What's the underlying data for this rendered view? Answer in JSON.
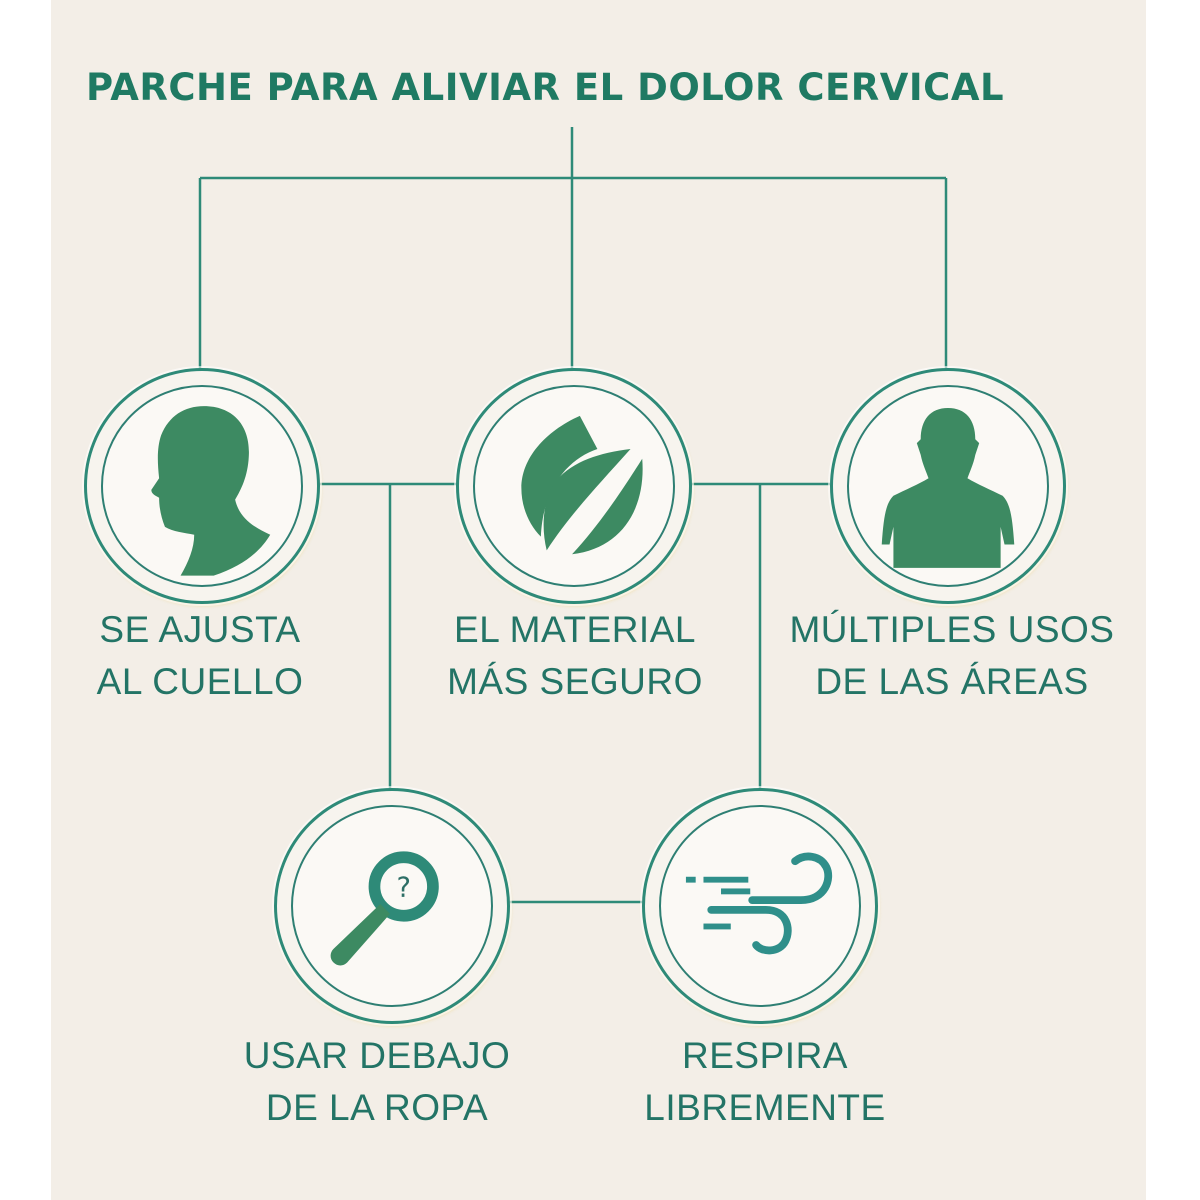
{
  "title": "PARCHE PARA ALIVIAR EL DOLOR CERVICAL",
  "colors": {
    "background": "#f3eee7",
    "accent": "#2e8a78",
    "icon_fill": "#3d8a62",
    "text": "#237466"
  },
  "nodes": [
    {
      "id": "neck",
      "icon": "head-profile-icon",
      "line1": "SE AJUSTA",
      "line2": "AL CUELLO"
    },
    {
      "id": "material",
      "icon": "leaf-icon",
      "line1": "EL MATERIAL",
      "line2": "MÁS SEGURO"
    },
    {
      "id": "areas",
      "icon": "upper-body-icon",
      "line1": "MÚLTIPLES USOS",
      "line2": "DE LAS ÁREAS"
    },
    {
      "id": "clothes",
      "icon": "magnifier-question-icon",
      "line1": "USAR DEBAJO",
      "line2": "DE LA ROPA"
    },
    {
      "id": "breathe",
      "icon": "wind-icon",
      "line1": "RESPIRA",
      "line2": "LIBREMENTE"
    }
  ]
}
